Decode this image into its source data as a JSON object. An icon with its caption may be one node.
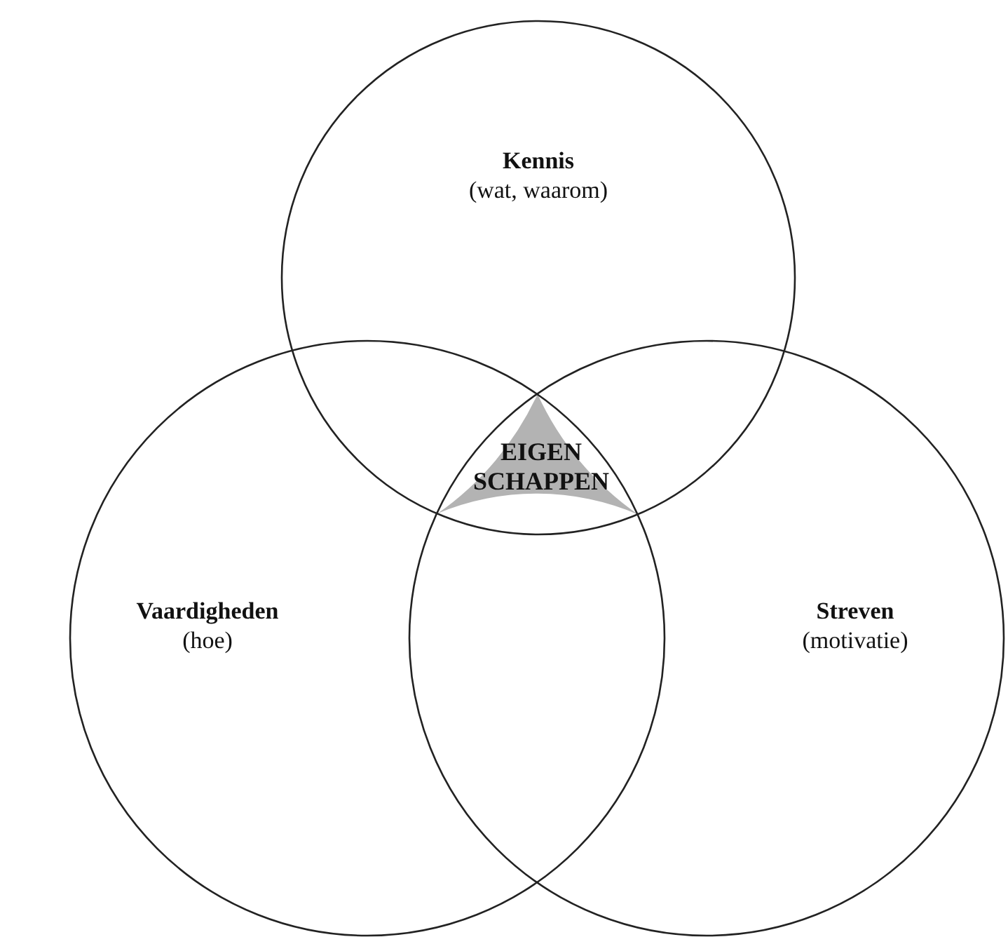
{
  "diagram": {
    "nodes": [
      {
        "text": [
          "Kennis",
          "(wat, waarom)"
        ]
      },
      {
        "text": [
          "Vaardigheden",
          "(hoe)"
        ]
      },
      {
        "text": [
          "Streven",
          "(motivatie)"
        ]
      },
      {
        "text": [
          "EIGEN SCHAPPEN"
        ]
      }
    ]
  }
}
